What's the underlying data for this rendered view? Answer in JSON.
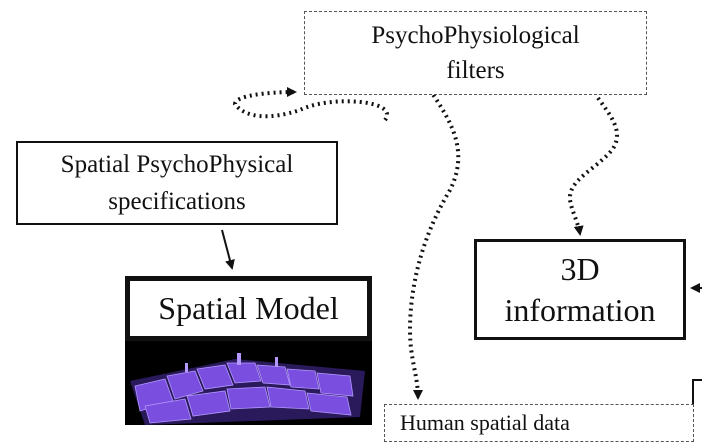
{
  "nodes": {
    "filters": {
      "label": "PsychoPhysiological\nfilters"
    },
    "specs": {
      "label": "Spatial PsychoPhysical\nspecifications"
    },
    "info3d": {
      "label": "3D\ninformation"
    },
    "model": {
      "label": "Spatial Model"
    },
    "human": {
      "label": "Human spatial data"
    }
  },
  "image": {
    "depicts": "3D city model rendering",
    "colors": {
      "sky": "#000000",
      "buildings": "#7a4fe0",
      "buildings_light": "#b497ff",
      "shadow": "#2a1a5c"
    }
  },
  "colors": {
    "line": "#000000",
    "dotted": "#111111"
  }
}
